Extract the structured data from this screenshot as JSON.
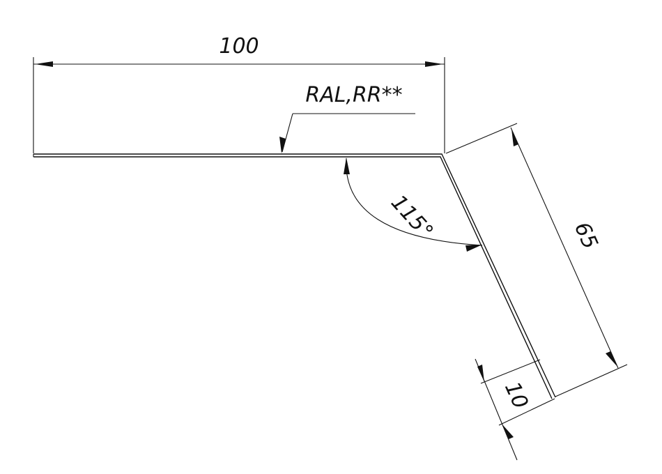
{
  "diagram": {
    "dimensions": {
      "top_width": "100",
      "angle": "115°",
      "slope_length": "65",
      "drip_edge": "10"
    },
    "coating_note": "RAL,RR**",
    "colors": {
      "line": "#111111",
      "background": "#ffffff"
    }
  }
}
